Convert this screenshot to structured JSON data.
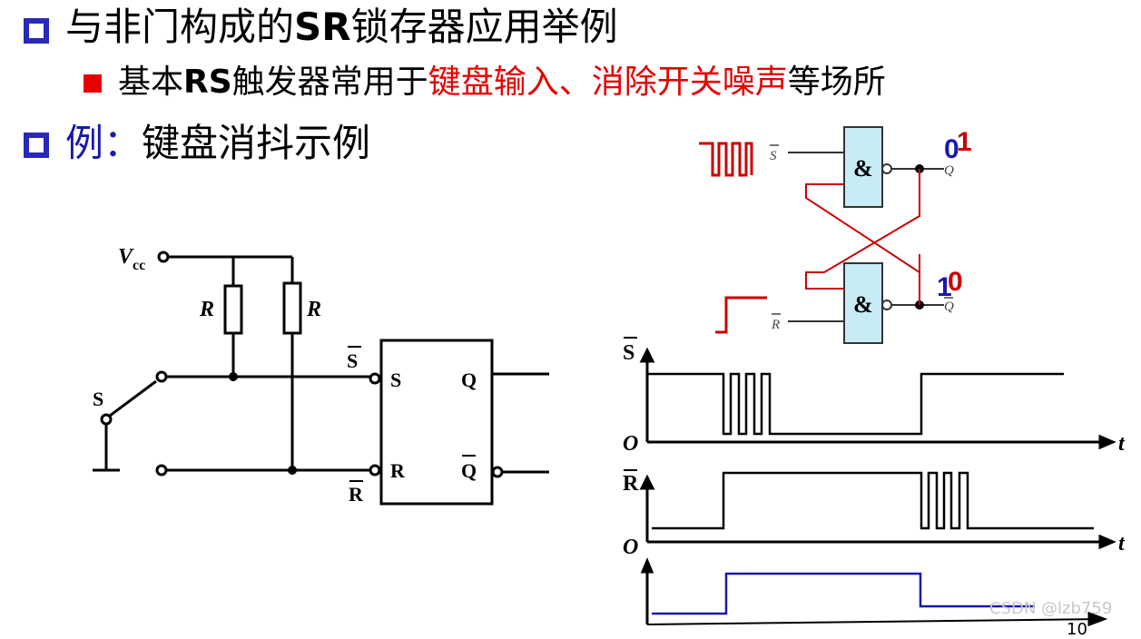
{
  "title": {
    "prefix": "与非门构成的",
    "bold": "SR",
    "suffix": "锁存器应用举例"
  },
  "subtitle": {
    "prefix": "基本",
    "bold": "RS",
    "mid": "触发器常用于",
    "highlight": "键盘输入、消除开关噪声",
    "suffix": "等场所"
  },
  "example": {
    "label": "例：",
    "text": "键盘消抖示例"
  },
  "circuit": {
    "vcc": "V",
    "vcc_sub": "cc",
    "resistor1": "R",
    "resistor2": "R",
    "switch": "S",
    "s_bar_label": "S",
    "r_bar_label": "R",
    "pin_s": "S",
    "pin_r": "R",
    "pin_q": "Q",
    "pin_q_bar": "Q"
  },
  "gates": {
    "gate1_symbol": "&",
    "gate2_symbol": "&",
    "input_s_bar": "S",
    "input_r_bar": "R",
    "output_q": "Q",
    "output_q_bar": "Q",
    "q_state_old": "0",
    "q_state_new": "1",
    "qbar_state_old": "1",
    "qbar_state_new": "0"
  },
  "timing": {
    "s_bar_axis": "S",
    "r_bar_axis": "R",
    "origin1": "O",
    "origin2": "O",
    "t1": "t",
    "t2": "t"
  },
  "colors": {
    "bullet_blue": "#2929b8",
    "bullet_red": "#e60000",
    "highlight_red": "#e60000",
    "example_blue": "#1a1aa8",
    "gate_fill": "#c8ecf5",
    "wire_red": "#cc0000",
    "trace_blue": "#1a1aa8"
  },
  "footer": {
    "watermark": "CSDN @lzb759",
    "page": "10"
  }
}
